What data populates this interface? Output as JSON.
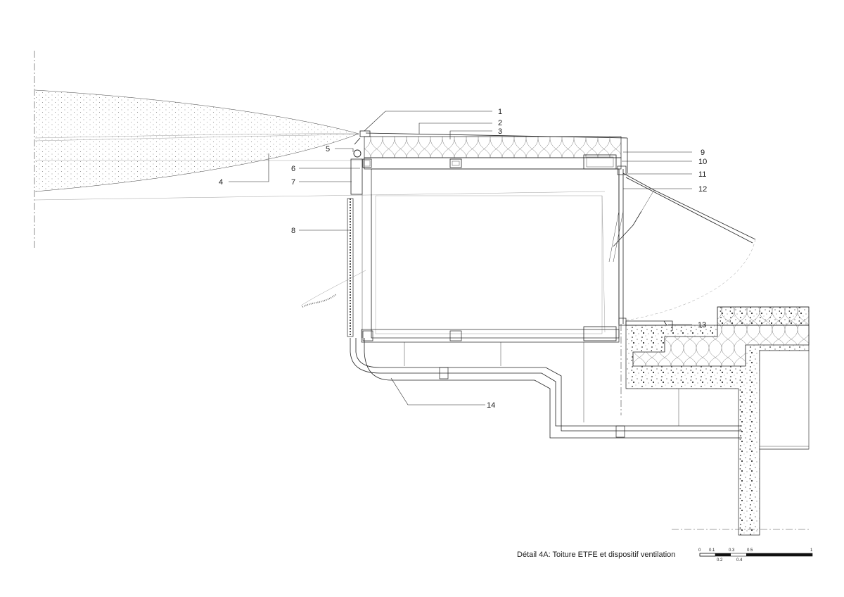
{
  "callouts": [
    {
      "number": "1"
    },
    {
      "number": "2"
    },
    {
      "number": "3"
    },
    {
      "number": "4"
    },
    {
      "number": "5"
    },
    {
      "number": "6"
    },
    {
      "number": "7"
    },
    {
      "number": "8"
    },
    {
      "number": "9"
    },
    {
      "number": "10"
    },
    {
      "number": "11"
    },
    {
      "number": "12"
    },
    {
      "number": "13"
    },
    {
      "number": "14"
    }
  ],
  "caption": "Détail 4A: Toiture  ETFE et dispositif ventilation",
  "scale_bar": {
    "top_ticks": [
      "0",
      "0.1",
      "0.3",
      "0.5",
      "1"
    ],
    "bottom_ticks": [
      "0.2",
      "0.4"
    ]
  }
}
